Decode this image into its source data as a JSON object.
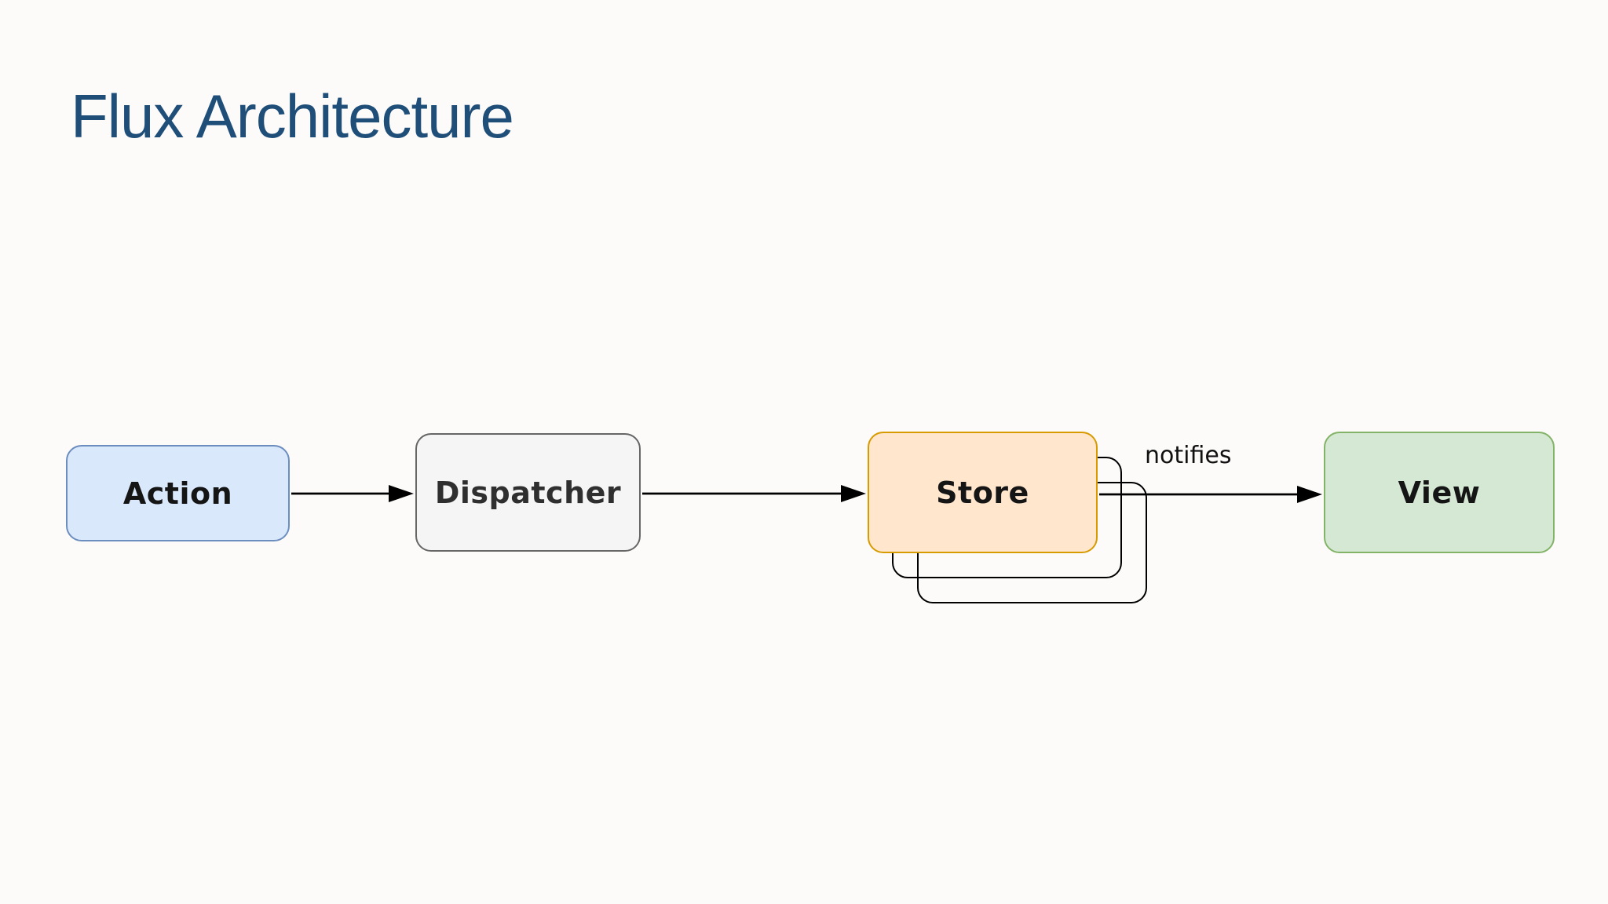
{
  "title": {
    "text": "Flux Architecture",
    "color": "#1f4e79"
  },
  "diagram": {
    "background": "#fcfbfa",
    "line_color": "#000000",
    "nodes": [
      {
        "id": "action",
        "label": "Action",
        "fill": "#dae8fc",
        "border": "#6c8ebf"
      },
      {
        "id": "dispatcher",
        "label": "Dispatcher",
        "fill": "#f5f5f5",
        "border": "#666666"
      },
      {
        "id": "store",
        "label": "Store",
        "fill": "#ffe6cc",
        "border": "#d79b00",
        "stacked_copies": 2
      },
      {
        "id": "view",
        "label": "View",
        "fill": "#d5e8d4",
        "border": "#82b366"
      }
    ],
    "edges": [
      {
        "from": "action",
        "to": "dispatcher",
        "label": ""
      },
      {
        "from": "dispatcher",
        "to": "store",
        "label": ""
      },
      {
        "from": "store",
        "to": "view",
        "label": "notifies"
      }
    ]
  }
}
